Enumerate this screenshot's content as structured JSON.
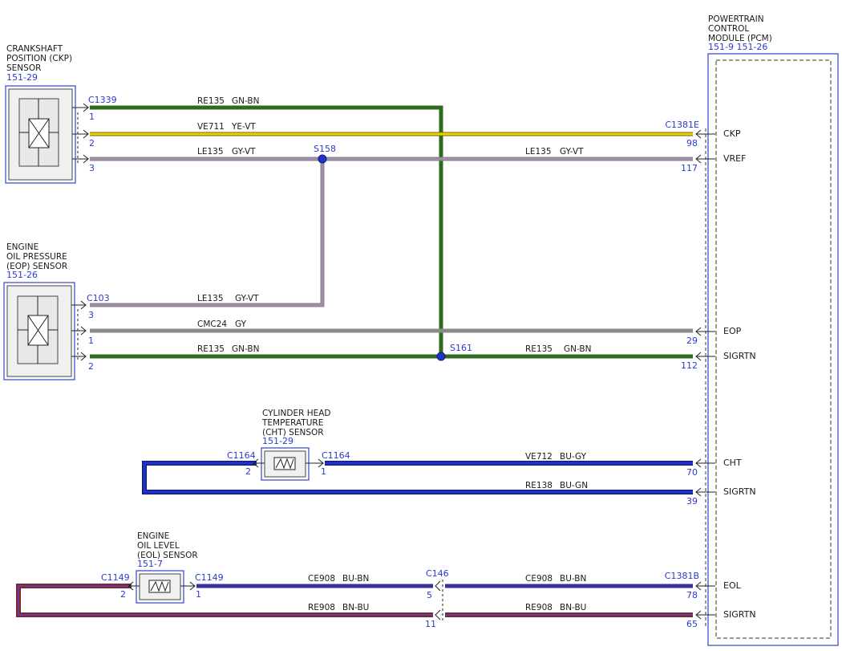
{
  "pcm": {
    "title_lines": [
      "POWERTRAIN",
      "CONTROL",
      "MODULE (PCM)"
    ],
    "ref": "151-9  151-26",
    "pins": [
      {
        "signal": "CKP",
        "pin": "98"
      },
      {
        "signal": "VREF",
        "pin": "117"
      },
      {
        "signal": "EOP",
        "pin": "29"
      },
      {
        "signal": "SIGRTN",
        "pin": "112"
      },
      {
        "signal": "CHT",
        "pin": "70"
      },
      {
        "signal": "SIGRTN",
        "pin": "39"
      },
      {
        "signal": "EOL",
        "pin": "78"
      },
      {
        "signal": "SIGRTN",
        "pin": "65"
      }
    ],
    "connectors": [
      "C1381E",
      "C1381B"
    ]
  },
  "ckp": {
    "title_lines": [
      "CRANKSHAFT",
      "POSITION (CKP)",
      "SENSOR"
    ],
    "ref": "151-29",
    "connector": "C1339",
    "pins": [
      "1",
      "2",
      "3"
    ]
  },
  "eop": {
    "title_lines": [
      "ENGINE",
      "OIL PRESSURE",
      "(EOP) SENSOR"
    ],
    "ref": "151-26",
    "connector": "C103",
    "pins": [
      "3",
      "1",
      "2"
    ]
  },
  "cht": {
    "title_lines": [
      "CYLINDER HEAD",
      "TEMPERATURE",
      "(CHT) SENSOR"
    ],
    "ref": "151-29",
    "connector_left": "C1164",
    "connector_right": "C1164",
    "pin_left": "2",
    "pin_right": "1"
  },
  "eol": {
    "title_lines": [
      "ENGINE",
      "OIL LEVEL",
      "(EOL) SENSOR"
    ],
    "ref": "151-7",
    "connector_left": "C1149",
    "connector_right": "C1149",
    "pin_left": "2",
    "pin_right": "1"
  },
  "inline": {
    "connector": "C146",
    "pins": [
      "5",
      "11"
    ]
  },
  "splices": [
    "S158",
    "S161"
  ],
  "wires": [
    {
      "circuit": "RE135",
      "color": "GN-BN"
    },
    {
      "circuit": "VE711",
      "color": "YE-VT"
    },
    {
      "circuit": "LE135",
      "color": "GY-VT"
    },
    {
      "circuit": "LE135",
      "color": "GY-VT"
    },
    {
      "circuit": "LE135",
      "color": "GY-VT"
    },
    {
      "circuit": "CMC24",
      "color": "GY"
    },
    {
      "circuit": "RE135",
      "color": "GN-BN"
    },
    {
      "circuit": "RE135",
      "color": "GN-BN"
    },
    {
      "circuit": "VE712",
      "color": "BU-GY"
    },
    {
      "circuit": "RE138",
      "color": "BU-GN"
    },
    {
      "circuit": "CE908",
      "color": "BU-BN"
    },
    {
      "circuit": "CE908",
      "color": "BU-BN"
    },
    {
      "circuit": "RE908",
      "color": "BN-BU"
    },
    {
      "circuit": "RE908",
      "color": "BN-BU"
    }
  ],
  "colors": {
    "green": "#2e6b1c",
    "yellow": "#e8d20a",
    "violet": "#9b5aa6",
    "gray": "#8a8a8a",
    "blue": "#2033c8",
    "brown": "#7a2a2a",
    "outline": "#3344cc"
  }
}
